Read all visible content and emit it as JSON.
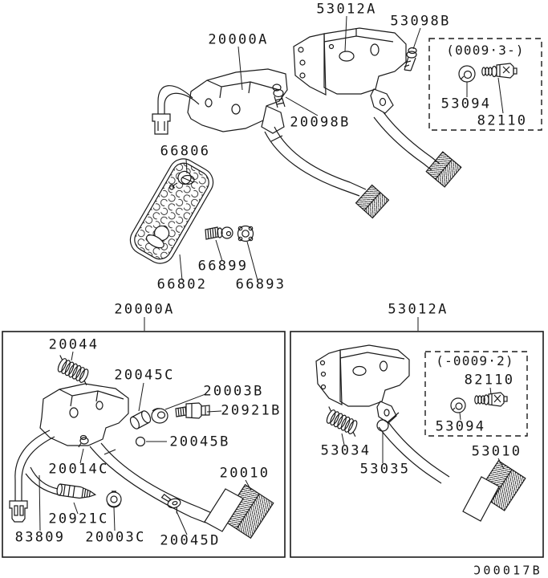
{
  "colors": {
    "ink": "#1a1a1a",
    "background": "#ffffff"
  },
  "top_section": {
    "clutch_assembly_label": "20000A",
    "brake_assembly_label": "53012A",
    "bracket_bolt_label": "53098B",
    "switch_assy_label": "20098B",
    "footrest_clip_label": "66806",
    "footrest_bolt_label": "66899",
    "footrest_pad_label": "66802",
    "footrest_nut_label": "66893",
    "variant_box": {
      "date_range": "(0009·3-)",
      "nut_label": "53094",
      "switch_label": "82110"
    }
  },
  "clutch_panel": {
    "title": "20000A",
    "return_spring_label": "20044",
    "pivot_bushing_label": "20045C",
    "grommet_b_label": "20003B",
    "switch_label": "20921B",
    "bushing_b_label": "20045B",
    "clip_label": "20014C",
    "pedal_pad_label": "20010",
    "cable_adjuster_label": "20921C",
    "cable_label": "83809",
    "grommet_c_label": "20003C",
    "bolt_label": "20045D"
  },
  "brake_panel": {
    "title": "53012A",
    "variant_box": {
      "date_range": "(-0009·2)",
      "switch_label": "82110",
      "nut_label": "53094"
    },
    "return_spring_label": "53034",
    "bushing_label": "53035",
    "pedal_pad_label": "53010"
  },
  "footer": {
    "drawing_code": "Ɔ00017B"
  }
}
